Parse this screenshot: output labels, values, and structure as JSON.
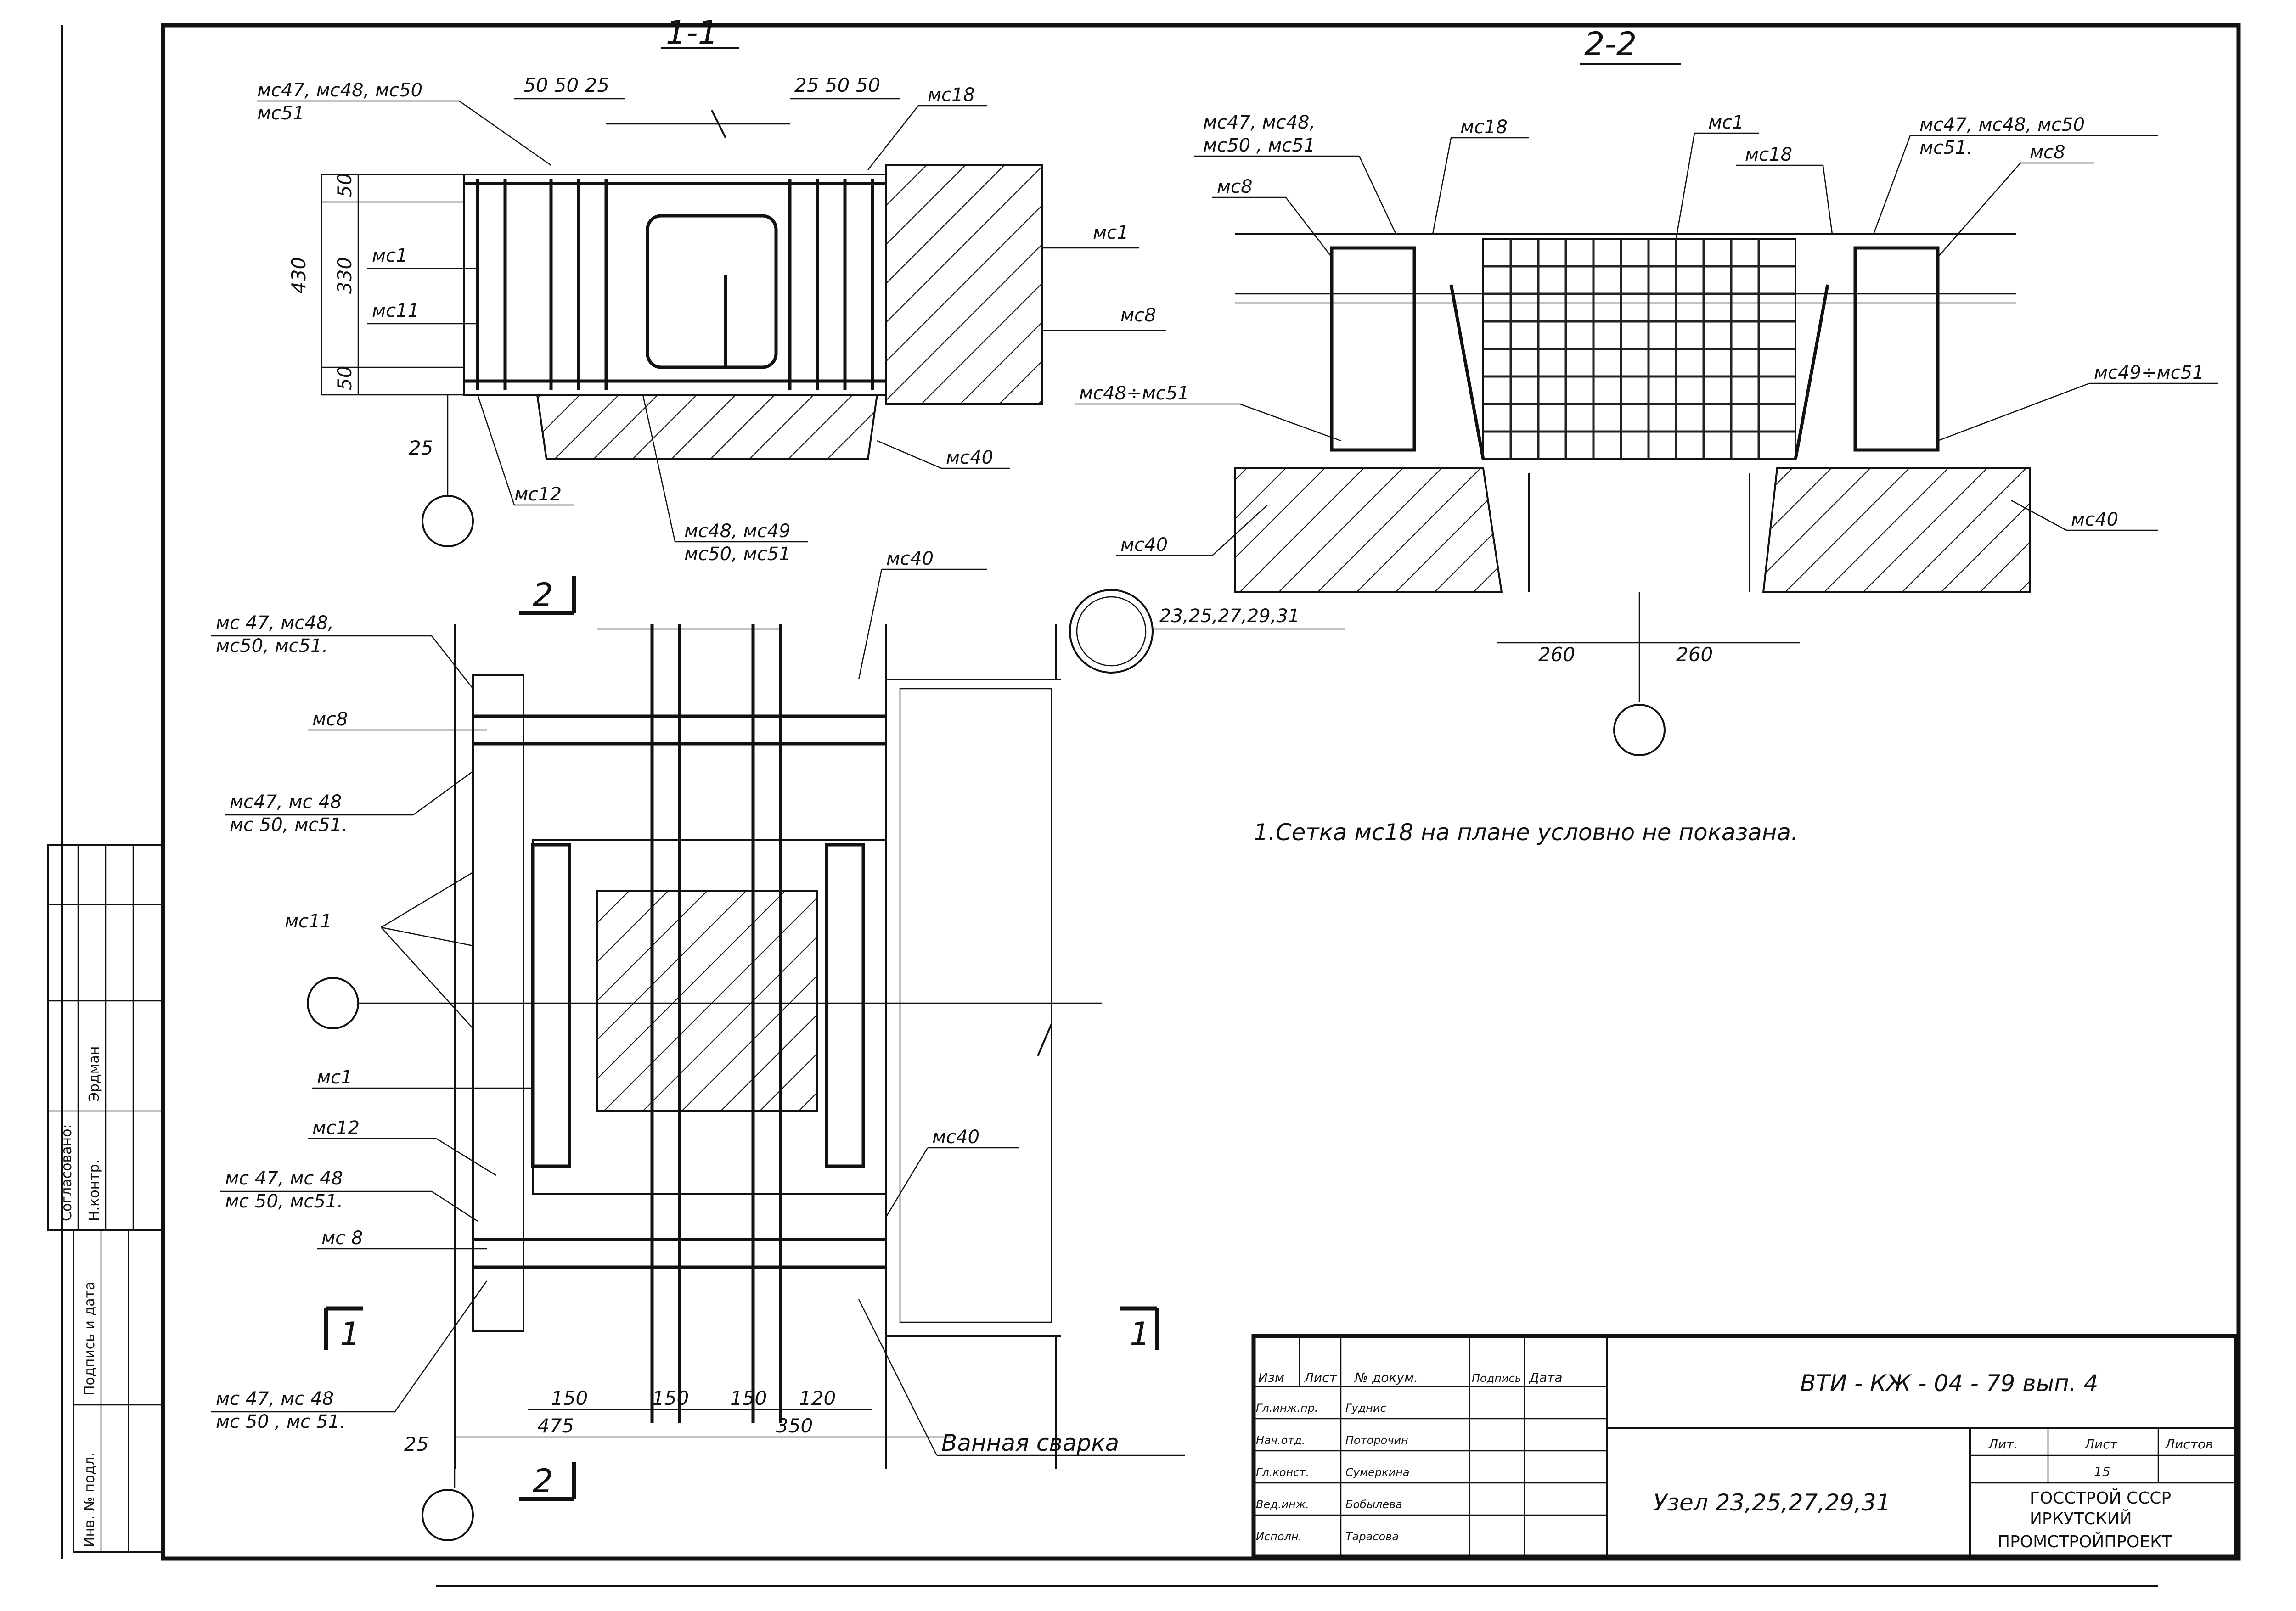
{
  "sections": {
    "s11": "1-1",
    "s22": "2-2"
  },
  "labels_11": {
    "mc47_group": "мс47, мс48, мс50",
    "mc51": "мс51",
    "mc18": "мс18",
    "mc1_left": "мс1",
    "mc11": "мс11",
    "mc1_right": "мс1",
    "mc8": "мс8",
    "mc40": "мс40",
    "mc12": "мс12",
    "mc48_49": "мс48, мс49",
    "mc50_51": "мс50, мс51"
  },
  "dims_11": {
    "top_left": "50 50 25",
    "top_right": "25 50 50",
    "h50a": "50",
    "h330": "330",
    "h430": "430",
    "h50b": "50",
    "d25": "25"
  },
  "labels_22": {
    "mc47_48": "мс47, мс48,",
    "mc50_51": "мс50 , мс51",
    "mc18_a": "мс18",
    "mc1": "мс1",
    "mc18_b": "мс18",
    "mc47_r": "мс47, мс48, мс50",
    "mc51_r": "мс51.",
    "mc8_l": "мс8",
    "mc8_r": "мс8",
    "mc48_51": "мс48÷мс51",
    "mc49_51": "мс49÷мс51",
    "mc40_l": "мс40",
    "mc40_r": "мс40",
    "axes": "23,25,27,29,31"
  },
  "dims_22": {
    "left": "260",
    "right": "260"
  },
  "note": "1.Сетка мс18 на плане условно не показана.",
  "labels_plan": {
    "g1a": "мс 47, мс48,",
    "g1b": "мс50, мс51.",
    "mc8_a": "мс8",
    "g2a": "мс47, мс 48",
    "g2b": "мс 50, мс51.",
    "mc11": "мс11",
    "mc1": "мс1",
    "mc12": "мс12",
    "g3a": "мс 47, мс 48",
    "g3b": "мс 50, мс51.",
    "mc8_b": "мс 8",
    "g4a": "мс 47, мс 48",
    "g4b": "мс 50 , мс 51.",
    "mc40_top": "мс40",
    "mc40_right": "мс40",
    "weld": "Ванная сварка",
    "cut2_top": "2",
    "cut2_bot": "2",
    "cut1_left": "1",
    "cut1_right": "1"
  },
  "dims_plan": {
    "d150a": "150",
    "d150b": "150",
    "d150c": "150",
    "d120": "120",
    "d25": "25",
    "d475": "475",
    "d350": "350"
  },
  "title_block": {
    "code": "ВТИ - КЖ - 04 - 79   вып. 4",
    "title": "Узел 23,25,27,29,31",
    "org1": "ГОССТРОЙ СССР",
    "org2": "ИРКУТСКИЙ",
    "org3": "ПРОМСТРОЙПРОЕКТ",
    "col_izm": "Изм",
    "col_list": "Лист",
    "col_doc": "№ докум.",
    "col_sign": "Подпись",
    "col_date": "Дата",
    "stage": "Лит.",
    "sheet": "Лист",
    "sheets": "Листов",
    "sheet_no": "15",
    "rows": [
      {
        "role": "Гл.инж.пр.",
        "name": "Гуднис"
      },
      {
        "role": "Нач.отд.",
        "name": "Поторочин"
      },
      {
        "role": "Гл.конст.",
        "name": "Сумеркина"
      },
      {
        "role": "Вед.инж.",
        "name": "Бобылева"
      },
      {
        "role": "Исполн.",
        "name": "Тарасова"
      }
    ]
  },
  "side_stamp": {
    "agreed": "Согласовано:",
    "row1": "Н.контр.",
    "row2": "Эрдман",
    "inv": "Инв. № подл.",
    "sign": "Подпись и дата"
  }
}
